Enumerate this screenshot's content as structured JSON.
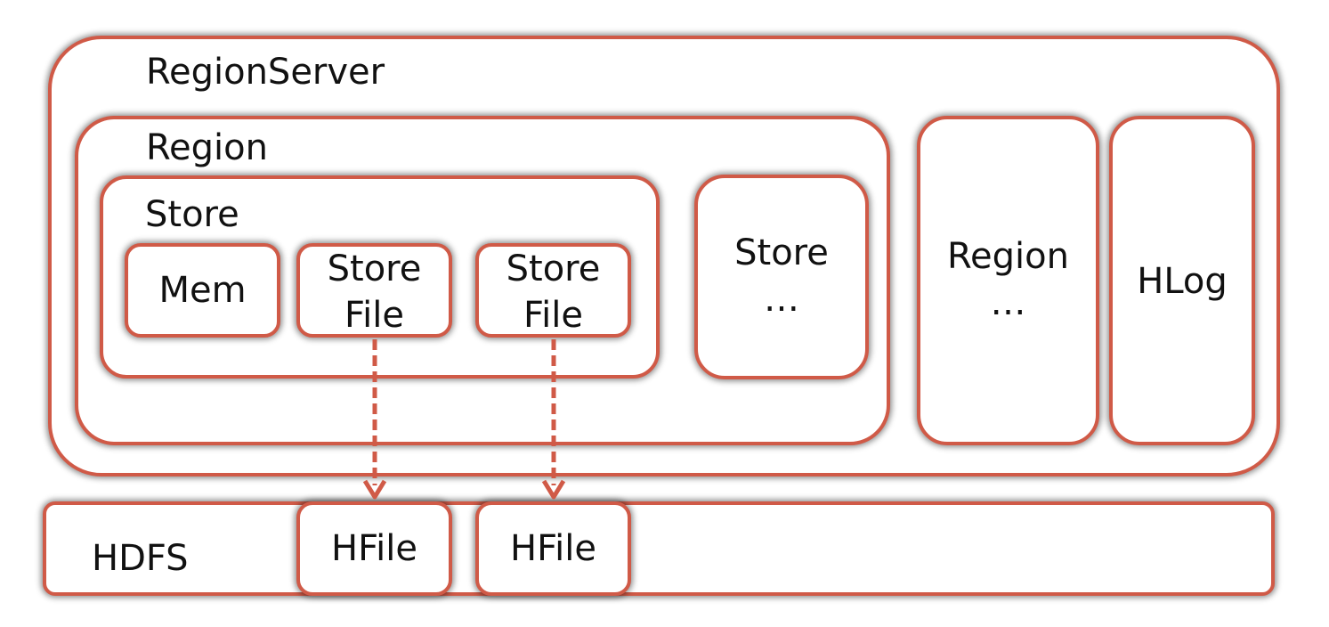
{
  "region_server": {
    "label": "RegionServer"
  },
  "region": {
    "label": "Region"
  },
  "store": {
    "label": "Store"
  },
  "mem": {
    "label": "Mem"
  },
  "store_file_1": {
    "line1": "Store",
    "line2": "File"
  },
  "store_file_2": {
    "line1": "Store",
    "line2": "File"
  },
  "store_more": {
    "line1": "Store",
    "line2": "…"
  },
  "region_more": {
    "line1": "Region",
    "line2": "…"
  },
  "hlog": {
    "label": "HLog"
  },
  "hdfs": {
    "label": "HDFS"
  },
  "hfile_1": {
    "label": "HFile"
  },
  "hfile_2": {
    "label": "HFile"
  },
  "colors": {
    "border": "#d05a47",
    "arrow": "#d05a47",
    "shadow": "#7a7a7a"
  }
}
